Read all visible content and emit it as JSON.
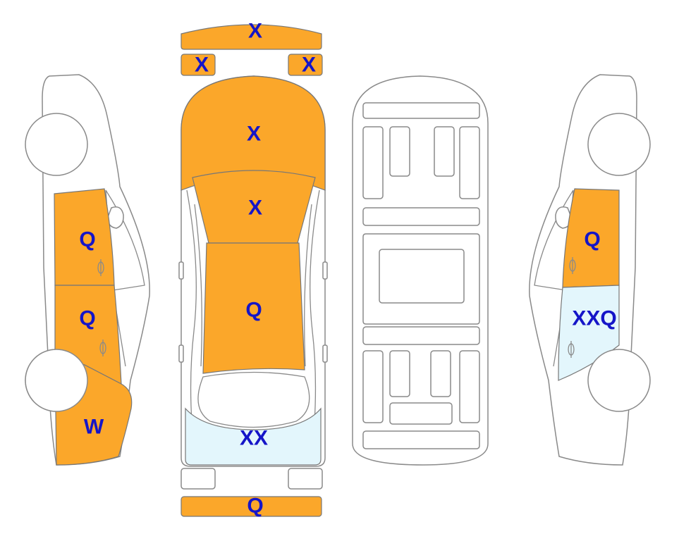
{
  "colors": {
    "damaged": "#fba72a",
    "light": "#e3f6fc",
    "code_text": "#1515c8",
    "outline": "#8a8a8a"
  },
  "views": [
    "left-side",
    "top",
    "underbody",
    "right-side"
  ],
  "panels": {
    "front_bumper": {
      "code": "X",
      "state": "damaged"
    },
    "left_headlight": {
      "code": "X",
      "state": "damaged"
    },
    "right_headlight": {
      "code": "X",
      "state": "damaged"
    },
    "hood": {
      "code": "X",
      "state": "damaged"
    },
    "windshield": {
      "code": "X",
      "state": "damaged"
    },
    "roof": {
      "code": "Q",
      "state": "damaged"
    },
    "rear_window": {
      "code": "XX",
      "state": "light"
    },
    "left_taillight": {
      "code": "",
      "state": "none"
    },
    "right_taillight": {
      "code": "",
      "state": "none"
    },
    "rear_bumper": {
      "code": "Q",
      "state": "damaged"
    },
    "left_front_door": {
      "code": "Q",
      "state": "damaged"
    },
    "left_rear_door": {
      "code": "Q",
      "state": "damaged"
    },
    "left_rear_quarter": {
      "code": "W",
      "state": "damaged"
    },
    "right_front_door": {
      "code": "Q",
      "state": "damaged"
    },
    "right_rear_door": {
      "code": "XXQ",
      "state": "light"
    }
  }
}
